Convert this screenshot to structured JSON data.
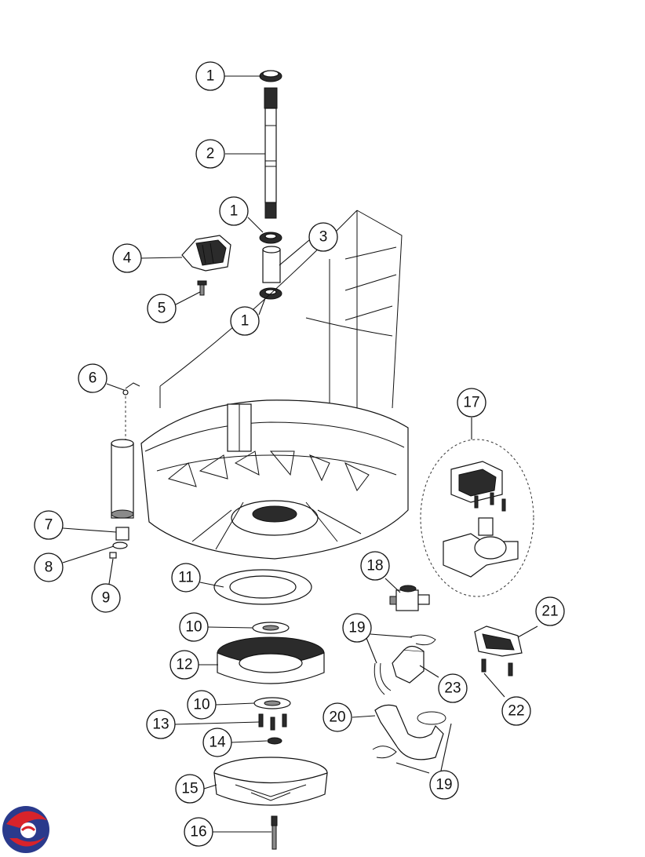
{
  "callouts": [
    {
      "id": "c1a",
      "label": "1"
    },
    {
      "id": "c2",
      "label": "2"
    },
    {
      "id": "c1b",
      "label": "1"
    },
    {
      "id": "c3",
      "label": "3"
    },
    {
      "id": "c4",
      "label": "4"
    },
    {
      "id": "c5",
      "label": "5"
    },
    {
      "id": "c1c",
      "label": "1"
    },
    {
      "id": "c6",
      "label": "6"
    },
    {
      "id": "c7",
      "label": "7"
    },
    {
      "id": "c8",
      "label": "8"
    },
    {
      "id": "c9",
      "label": "9"
    },
    {
      "id": "c11",
      "label": "11"
    },
    {
      "id": "c10a",
      "label": "10"
    },
    {
      "id": "c12",
      "label": "12"
    },
    {
      "id": "c10b",
      "label": "10"
    },
    {
      "id": "c13",
      "label": "13"
    },
    {
      "id": "c14",
      "label": "14"
    },
    {
      "id": "c15",
      "label": "15"
    },
    {
      "id": "c16",
      "label": "16"
    },
    {
      "id": "c17",
      "label": "17"
    },
    {
      "id": "c18",
      "label": "18"
    },
    {
      "id": "c19a",
      "label": "19"
    },
    {
      "id": "c21",
      "label": "21"
    },
    {
      "id": "c23",
      "label": "23"
    },
    {
      "id": "c22",
      "label": "22"
    },
    {
      "id": "c20",
      "label": "20"
    },
    {
      "id": "c19b",
      "label": "19"
    }
  ],
  "logo": {
    "icon": "brand-logo-icon",
    "colors": {
      "red": "#d8232a",
      "blue": "#2a3a8c"
    }
  }
}
